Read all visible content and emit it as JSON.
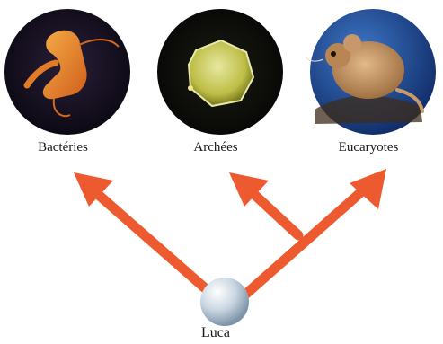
{
  "tree": {
    "leaves": [
      {
        "label": "Bactéries",
        "image": "bacteria-microscopy"
      },
      {
        "label": "Archées",
        "image": "archaea-cell-microscopy"
      },
      {
        "label": "Eucaryotes",
        "image": "mouse-photo"
      }
    ],
    "root": {
      "label": "Luca"
    }
  },
  "colors": {
    "branch": "#ee5a2f",
    "root_node": "#c9d6e2",
    "circle_bg": "#0b0b12"
  }
}
